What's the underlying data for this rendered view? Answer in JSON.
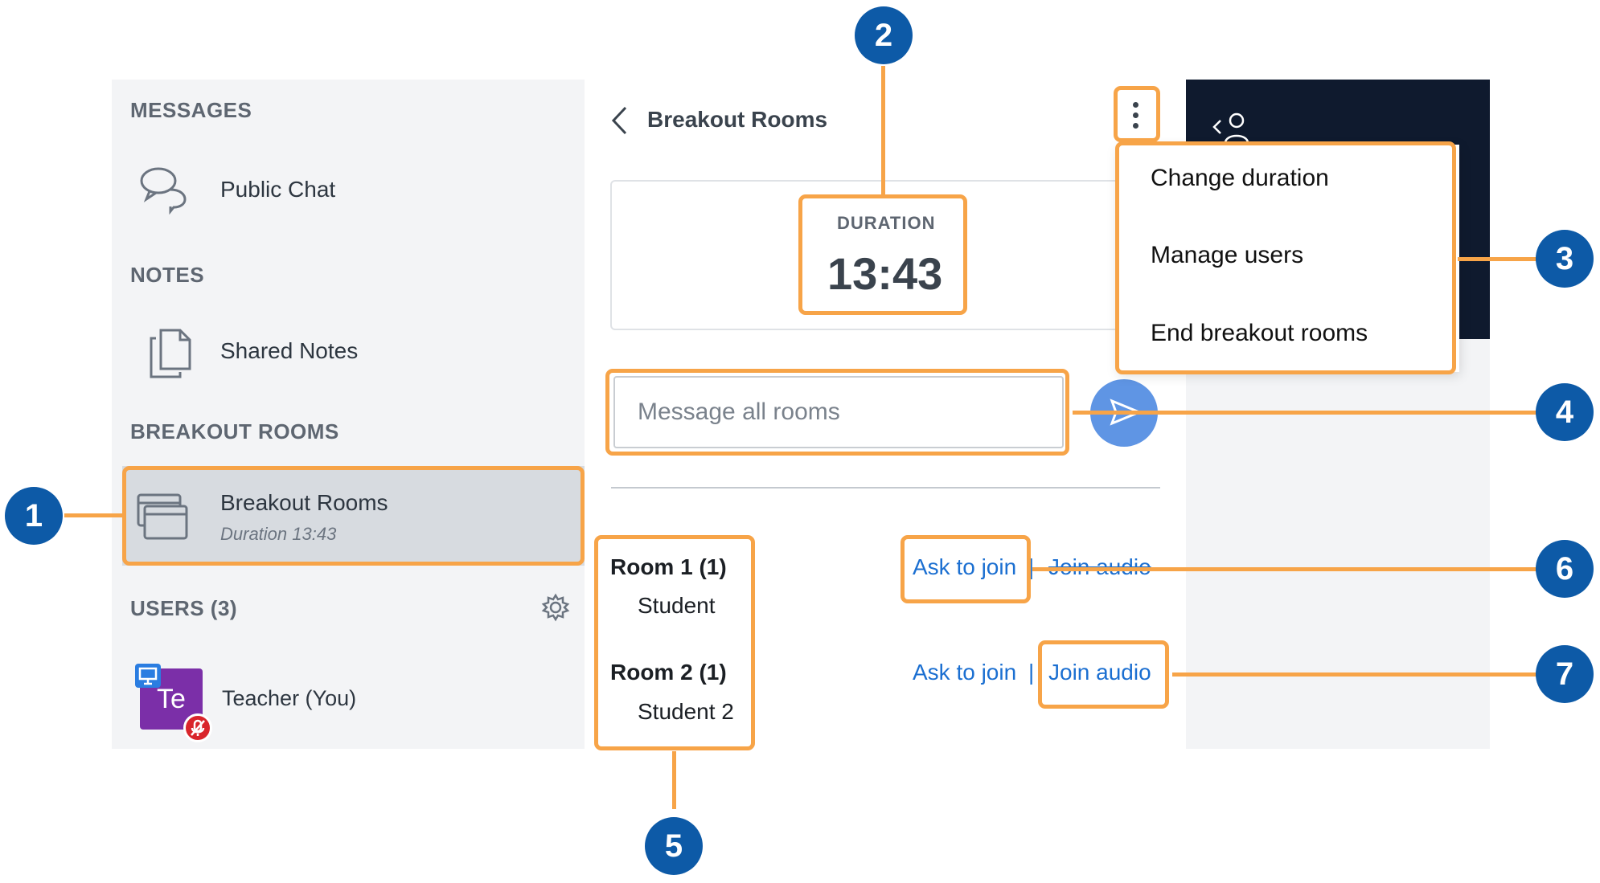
{
  "sidebar": {
    "messages_title": "MESSAGES",
    "public_chat_label": "Public Chat",
    "notes_title": "NOTES",
    "shared_notes_label": "Shared Notes",
    "breakout_title": "BREAKOUT ROOMS",
    "breakout_label": "Breakout Rooms",
    "breakout_duration": "Duration 13:43",
    "users_title": "USERS (3)",
    "user_avatar_initials": "Te",
    "user_name": "Teacher (You)"
  },
  "main": {
    "header_title": "Breakout Rooms",
    "duration_label": "DURATION",
    "duration_value": "13:43",
    "message_placeholder": "Message all rooms",
    "rooms": [
      {
        "title": "Room 1 (1)",
        "student": "Student",
        "ask_label": "Ask to join",
        "audio_label": "Join audio"
      },
      {
        "title": "Room 2 (1)",
        "student": "Student 2",
        "ask_label": "Ask to join",
        "audio_label": "Join audio"
      }
    ],
    "separator": "|"
  },
  "menu": {
    "items": [
      "Change duration",
      "Manage users",
      "End breakout rooms"
    ]
  },
  "callouts": [
    "1",
    "2",
    "3",
    "4",
    "5",
    "6",
    "7"
  ],
  "colors": {
    "highlight": "#f7a448",
    "badge": "#0d5aa7",
    "link": "#1b6fd1",
    "avatar": "#7b2fa8",
    "mute": "#d9252b",
    "send": "#5f95e4"
  }
}
